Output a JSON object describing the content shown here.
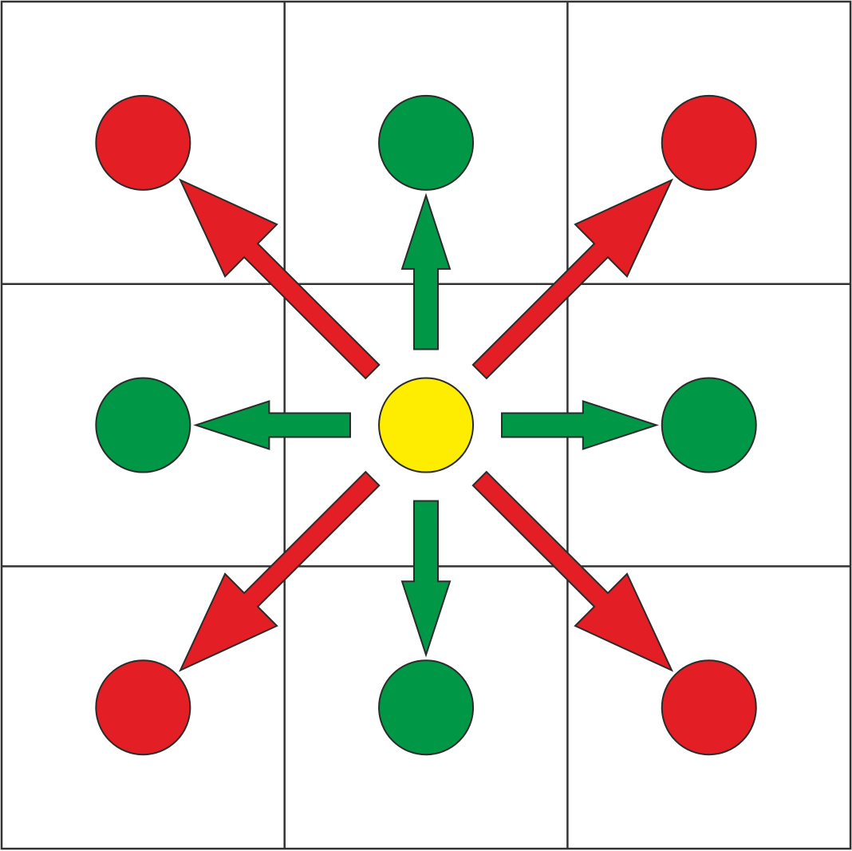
{
  "colors": {
    "grid": "#333333",
    "outline": "#2b2b2b",
    "center": "#FFED00",
    "orthogonal": "#009846",
    "diagonal": "#E31E24",
    "background": "#FFFFFF"
  },
  "grid": {
    "rows": 3,
    "cols": 3
  },
  "center_cell": {
    "row": 1,
    "col": 1,
    "color_key": "center"
  },
  "neighbors": [
    {
      "name": "north-west",
      "row": 0,
      "col": 0,
      "kind": "diagonal",
      "color_key": "diagonal"
    },
    {
      "name": "north",
      "row": 0,
      "col": 1,
      "kind": "orthogonal",
      "color_key": "orthogonal"
    },
    {
      "name": "north-east",
      "row": 0,
      "col": 2,
      "kind": "diagonal",
      "color_key": "diagonal"
    },
    {
      "name": "west",
      "row": 1,
      "col": 0,
      "kind": "orthogonal",
      "color_key": "orthogonal"
    },
    {
      "name": "east",
      "row": 1,
      "col": 2,
      "kind": "orthogonal",
      "color_key": "orthogonal"
    },
    {
      "name": "south-west",
      "row": 2,
      "col": 0,
      "kind": "diagonal",
      "color_key": "diagonal"
    },
    {
      "name": "south",
      "row": 2,
      "col": 1,
      "kind": "orthogonal",
      "color_key": "orthogonal"
    },
    {
      "name": "south-east",
      "row": 2,
      "col": 2,
      "kind": "diagonal",
      "color_key": "diagonal"
    }
  ]
}
